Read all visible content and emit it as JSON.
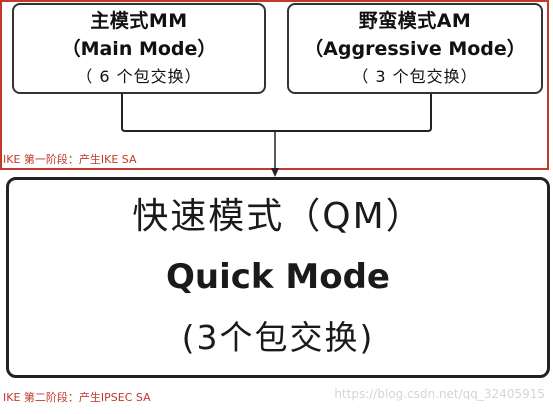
{
  "phase1": {
    "caption": "IKE 第一阶段：产生IKE SA",
    "main_mode": {
      "title": "主模式MM",
      "english": "（Main Mode）",
      "exchanges": "（ 6 个包交换）"
    },
    "aggressive_mode": {
      "title": "野蛮模式AM",
      "english": "（Aggressive Mode）",
      "exchanges": "（ 3 个包交换）"
    }
  },
  "phase2": {
    "caption": "IKE 第二阶段：产生IPSEC SA",
    "quick_mode": {
      "title": "快速模式（QM）",
      "english": "Quick Mode",
      "exchanges": "(3个包交换)"
    }
  },
  "watermark": "https://blog.csdn.net/qq_32405915",
  "colors": {
    "caption_red": "#c0392b",
    "box_border": "#333333",
    "watermark": "#d5d5d5"
  }
}
